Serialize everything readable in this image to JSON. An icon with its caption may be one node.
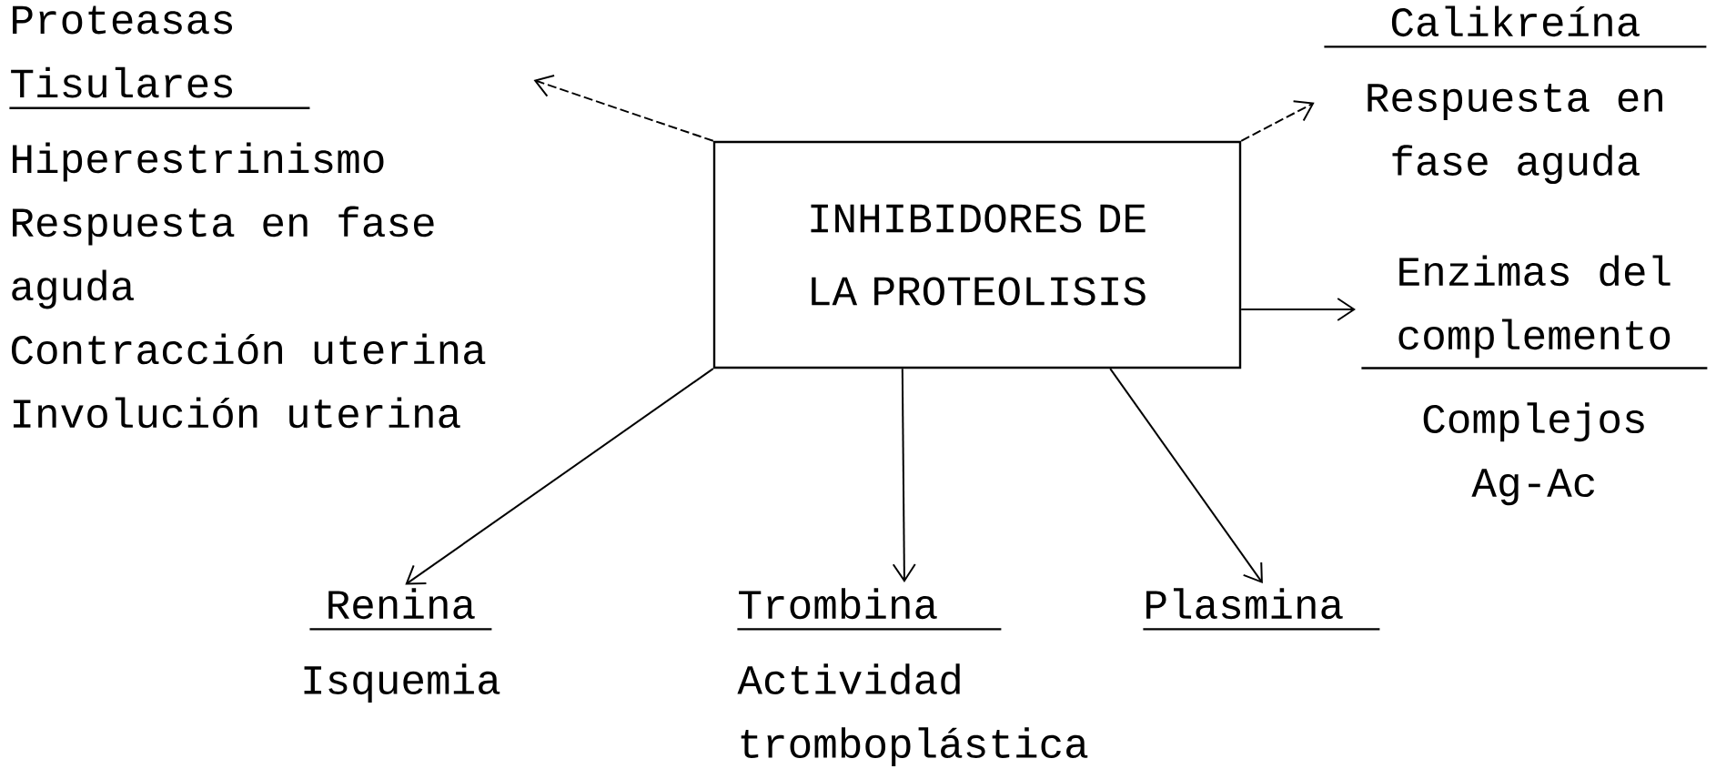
{
  "diagram": {
    "nodes": [
      {
        "text": [
          "INHIBIDORES DE LA PROTEOLISIS"
        ]
      },
      {
        "text": [
          "Proteasas Tisulares",
          "Hiperestrinismo",
          "Respuesta en fase aguda",
          "Contracción uterina",
          "Involución uterina"
        ]
      },
      {
        "text": [
          "Calikreína",
          "Respuesta en fase aguda"
        ]
      },
      {
        "text": [
          "Enzimas del complemento",
          "Complejos Ag-Ac"
        ]
      },
      {
        "text": [
          "Renina",
          "Isquemia"
        ]
      },
      {
        "text": [
          "Trombina",
          "Actividad tromboplástica"
        ]
      },
      {
        "text": [
          "Plasmina"
        ]
      }
    ],
    "edges": [
      {
        "from": 0,
        "to": 1,
        "arrow": "to",
        "style": "dashed"
      },
      {
        "from": 0,
        "to": 2,
        "arrow": "to",
        "style": "dashed"
      },
      {
        "from": 0,
        "to": 3,
        "arrow": "to"
      },
      {
        "from": 0,
        "to": 4,
        "arrow": "to"
      },
      {
        "from": 0,
        "to": 5,
        "arrow": "to"
      },
      {
        "from": 0,
        "to": 6,
        "arrow": "to"
      }
    ]
  }
}
